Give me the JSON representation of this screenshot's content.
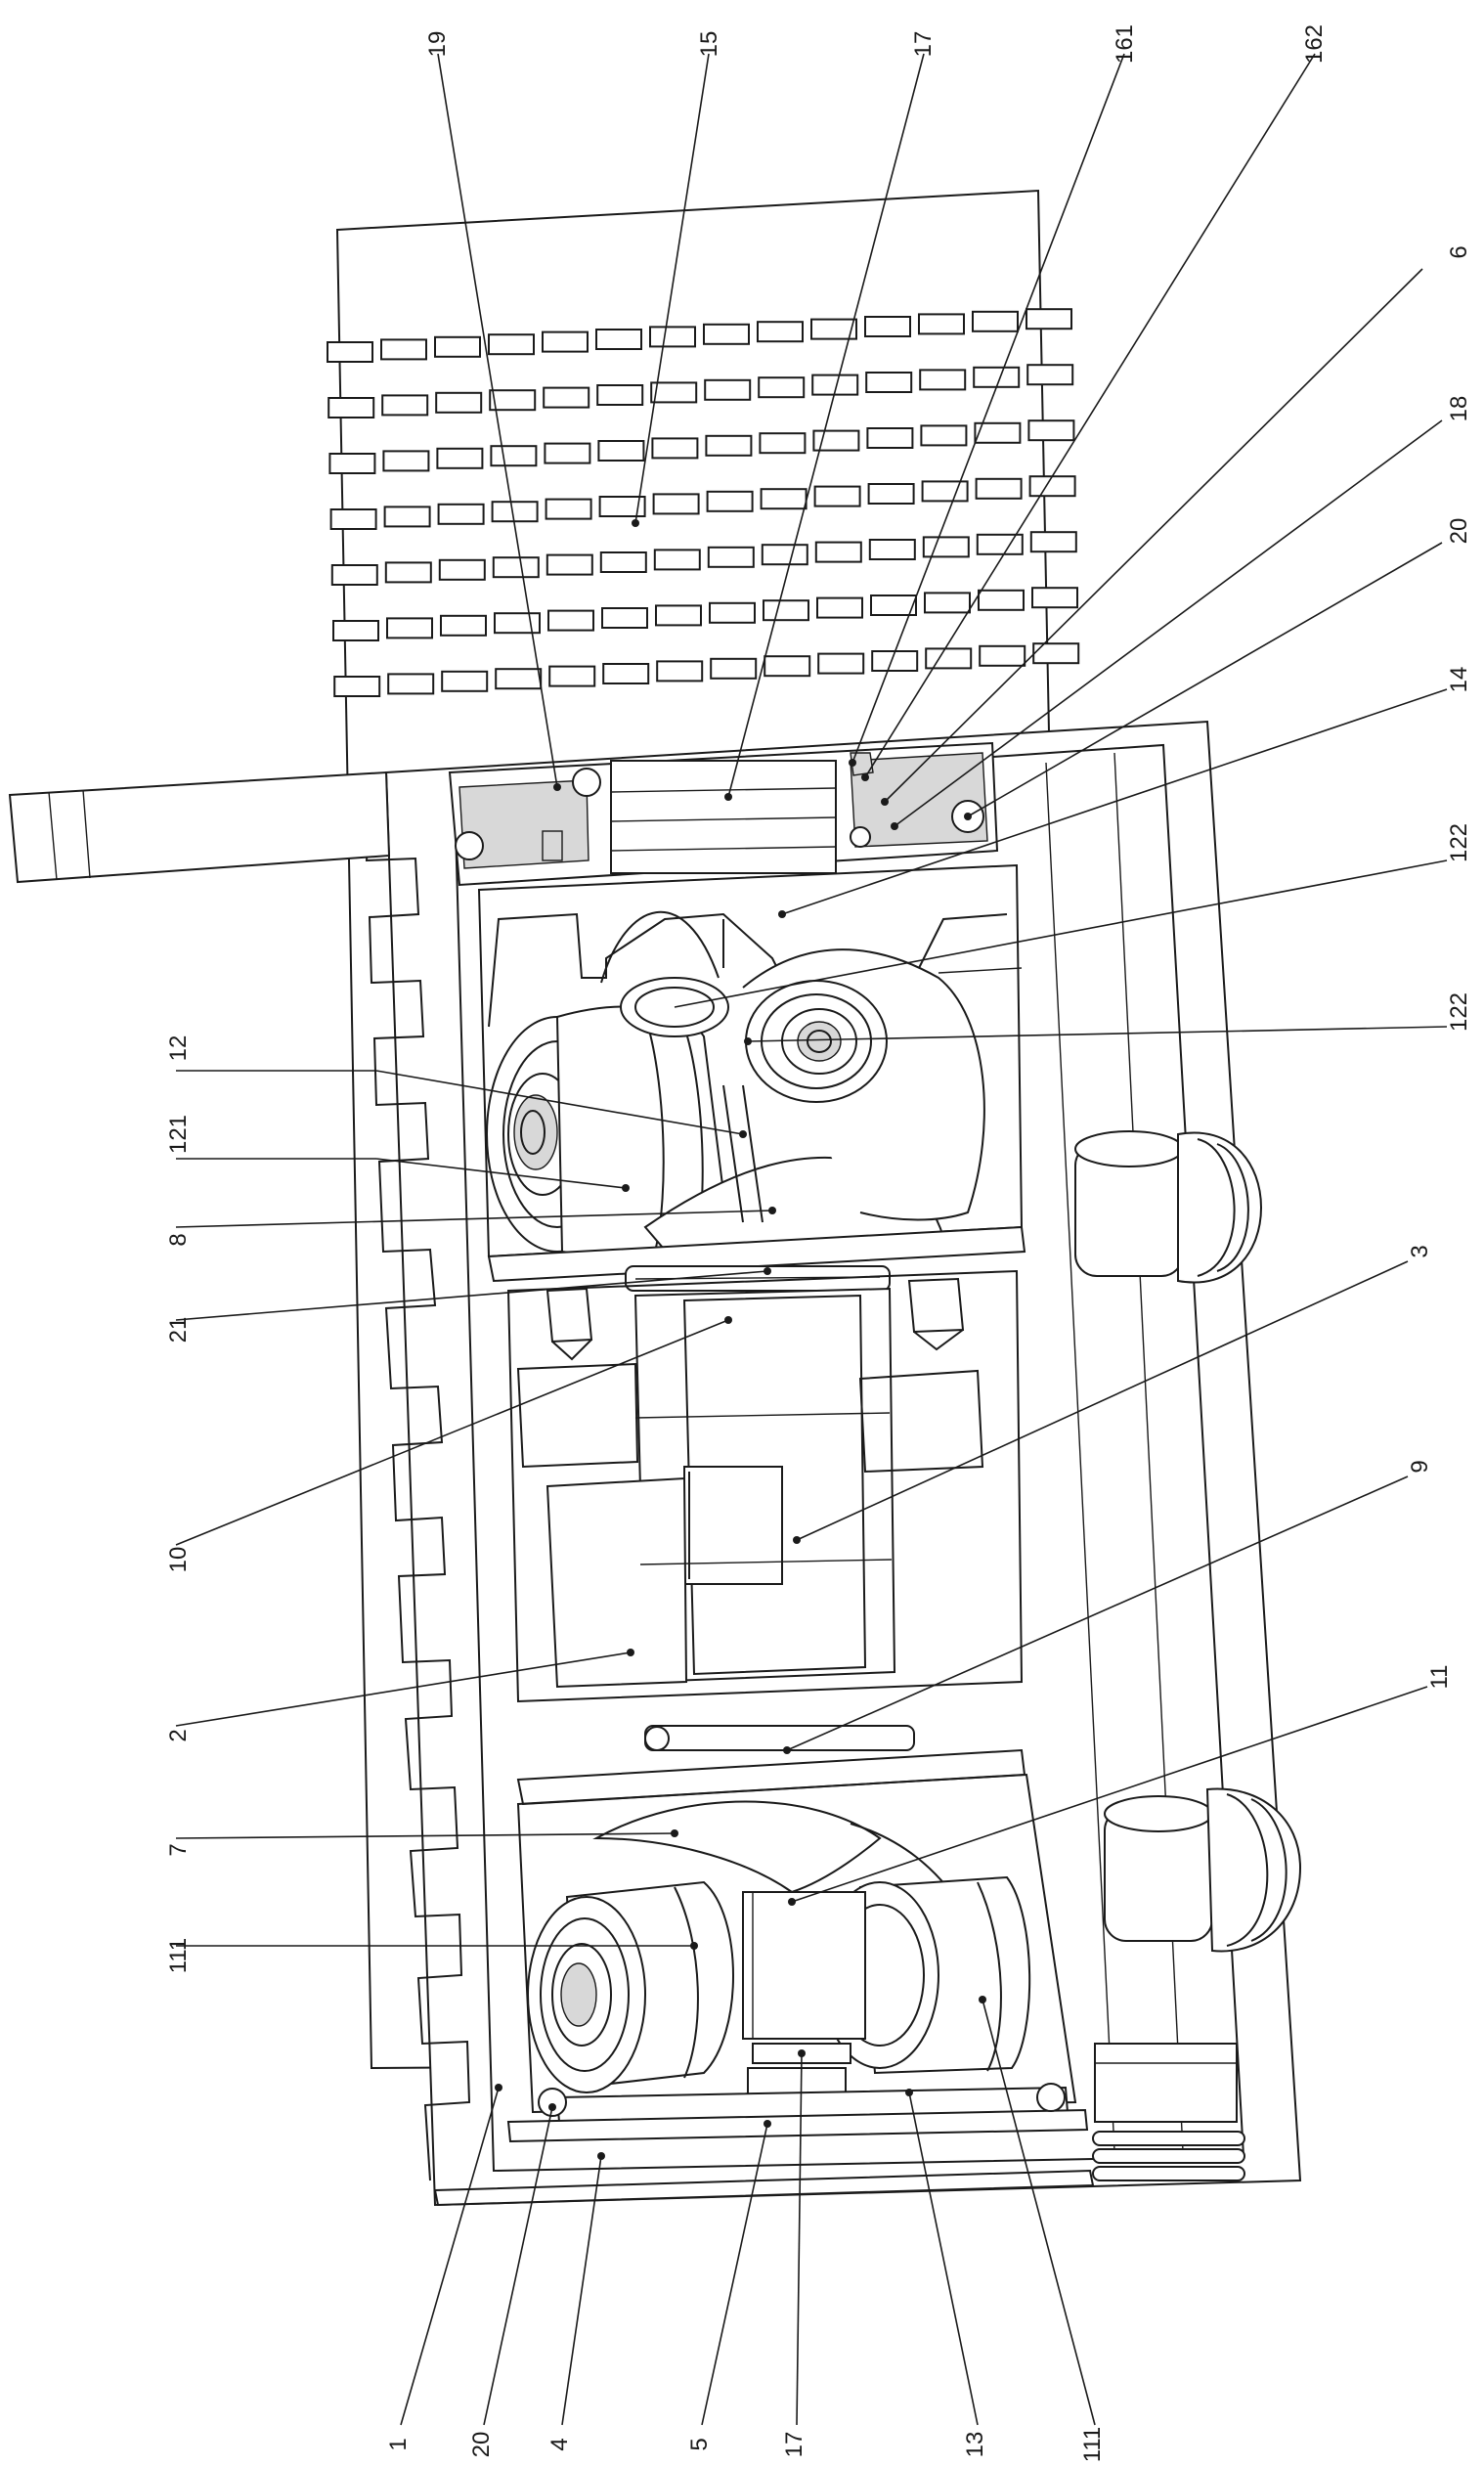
{
  "labels": [
    {
      "id": "L19",
      "text": "19"
    },
    {
      "id": "L15",
      "text": "15"
    },
    {
      "id": "L17a",
      "text": "17"
    },
    {
      "id": "L161",
      "text": "161"
    },
    {
      "id": "L162",
      "text": "162"
    },
    {
      "id": "L6",
      "text": "6"
    },
    {
      "id": "L18",
      "text": "18"
    },
    {
      "id": "L20a",
      "text": "20"
    },
    {
      "id": "L14",
      "text": "14"
    },
    {
      "id": "L122a",
      "text": "122"
    },
    {
      "id": "L122b",
      "text": "122"
    },
    {
      "id": "L11",
      "text": "11"
    },
    {
      "id": "L9",
      "text": "9"
    },
    {
      "id": "L3",
      "text": "3"
    },
    {
      "id": "L12",
      "text": "12"
    },
    {
      "id": "L121",
      "text": "121"
    },
    {
      "id": "L8",
      "text": "8"
    },
    {
      "id": "L21",
      "text": "21"
    },
    {
      "id": "L10",
      "text": "10"
    },
    {
      "id": "L2",
      "text": "2"
    },
    {
      "id": "L7",
      "text": "7"
    },
    {
      "id": "L111a",
      "text": "111"
    },
    {
      "id": "L1",
      "text": "1"
    },
    {
      "id": "L20b",
      "text": "20"
    },
    {
      "id": "L4",
      "text": "4"
    },
    {
      "id": "L5",
      "text": "5"
    },
    {
      "id": "L17b",
      "text": "17"
    },
    {
      "id": "L13",
      "text": "13"
    },
    {
      "id": "L111b",
      "text": "111"
    }
  ]
}
